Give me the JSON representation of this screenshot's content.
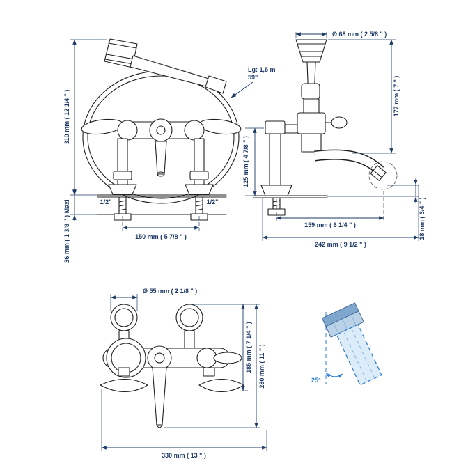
{
  "colors": {
    "dimension_text": "#1e3a66",
    "drawing_line": "#1f1f1f",
    "detail_blue": "#2f7fd0",
    "detail_fill": "#d6e9f8"
  },
  "front": {
    "dim_height": "310 mm ( 12 1/4 \" )",
    "dim_deck": "36 mm ( 1 3/8 \" )  Maxi",
    "dim_spacing": "150 mm ( 5 7/8 \" )",
    "conn_left": "1/2\"",
    "conn_right": "1/2\"",
    "hose_line1": "Lg: 1,5 m",
    "hose_line2": "59\""
  },
  "side": {
    "dim_diameter": "Ø 68 mm ( 2 5/8 \" )",
    "dim_height": "177 mm ( 7 \" )",
    "dim_wall": "125 mm ( 4 7/8 \" )",
    "dim_reach": "159 mm ( 6 1/4 \" )",
    "dim_total": "242 mm ( 9 1/2 \" )",
    "dim_tip": "18 mm ( 3/4 \" )"
  },
  "top": {
    "dim_diameter": "Ø 55 mm ( 2 1/8 \" )",
    "dim_body": "185 mm ( 7 1/4 \" )",
    "dim_depth": "280 mm ( 11 \" )",
    "dim_width": "330 mm ( 13 \" )"
  },
  "detail": {
    "angle": "25°"
  }
}
